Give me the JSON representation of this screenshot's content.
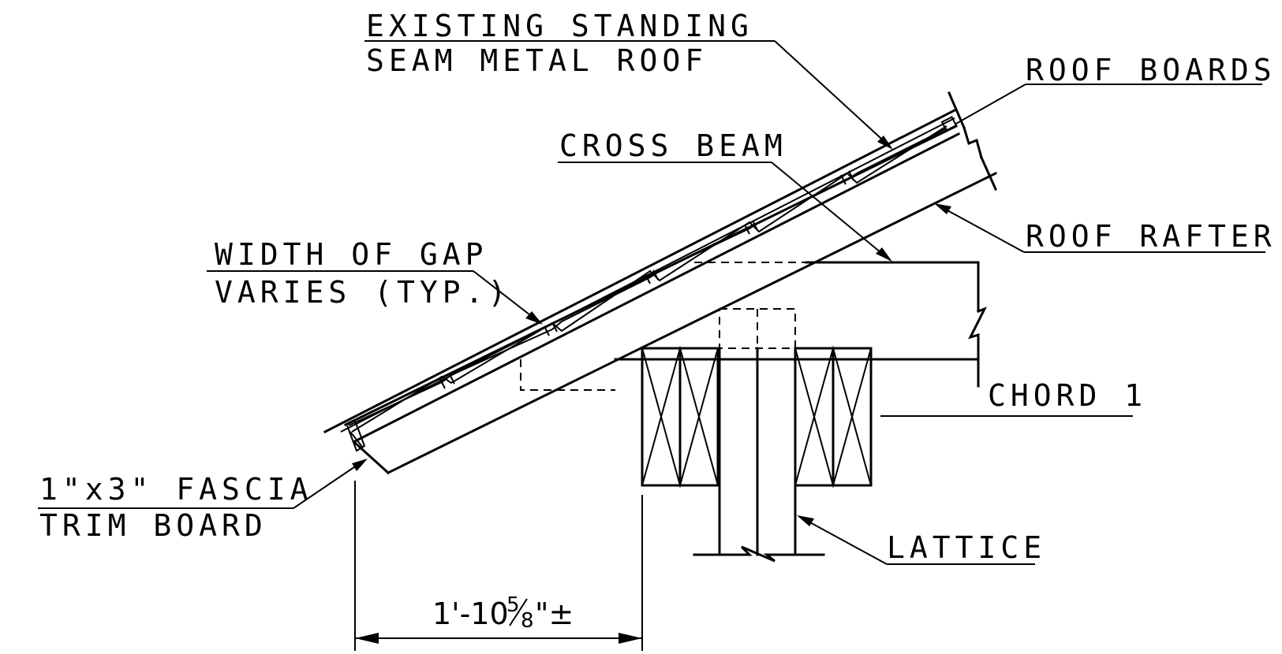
{
  "labels": {
    "existing_roof_line1": "EXISTING STANDING",
    "existing_roof_line2": "SEAM METAL ROOF",
    "roof_boards": "ROOF BOARDS",
    "cross_beam": "CROSS BEAM",
    "roof_rafter": "ROOF RAFTER",
    "width_gap_line1": "WIDTH OF GAP",
    "width_gap_line2": "VARIES (TYP.)",
    "chord": "CHORD 1",
    "fascia_line1": "1\"x3\" FASCIA",
    "fascia_line2": "TRIM BOARD",
    "lattice": "LATTICE"
  },
  "dimension": {
    "whole": "1'-10",
    "fraction_num": "5",
    "fraction_den": "8",
    "suffix": "\"±"
  }
}
